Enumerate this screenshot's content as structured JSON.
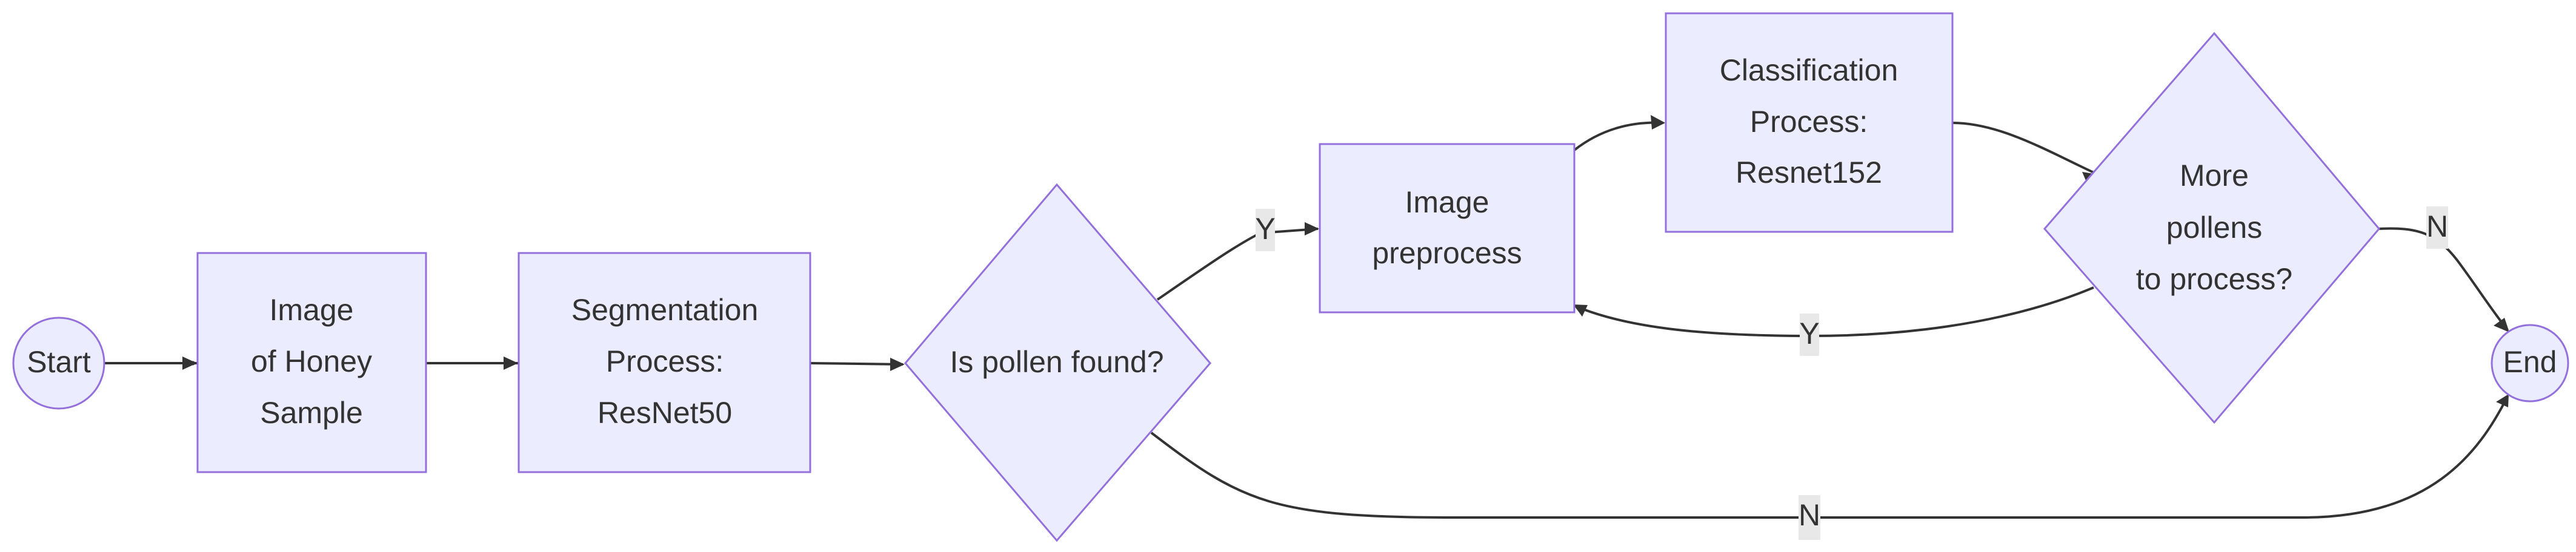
{
  "colors": {
    "node_fill": "#ECECFF",
    "node_stroke": "#9370DB",
    "edge": "#333333",
    "label_bg": "#e8e8e8"
  },
  "nodes": {
    "start": {
      "lines": [
        "Start"
      ]
    },
    "image": {
      "lines": [
        "Image",
        "of Honey",
        "Sample"
      ]
    },
    "segmentation": {
      "lines": [
        "Segmentation",
        "Process:",
        "ResNet50"
      ]
    },
    "pollen_found": {
      "lines": [
        "Is pollen found?"
      ]
    },
    "preprocess": {
      "lines": [
        "Image",
        "preprocess"
      ]
    },
    "classification": {
      "lines": [
        "Classification",
        "Process:",
        "Resnet152"
      ]
    },
    "more_pollens": {
      "lines": [
        "More",
        "pollens",
        "to process?"
      ]
    },
    "end": {
      "lines": [
        "End"
      ]
    }
  },
  "edges": {
    "found_yes": "Y",
    "more_yes": "Y",
    "more_no": "N",
    "found_no": "N"
  }
}
